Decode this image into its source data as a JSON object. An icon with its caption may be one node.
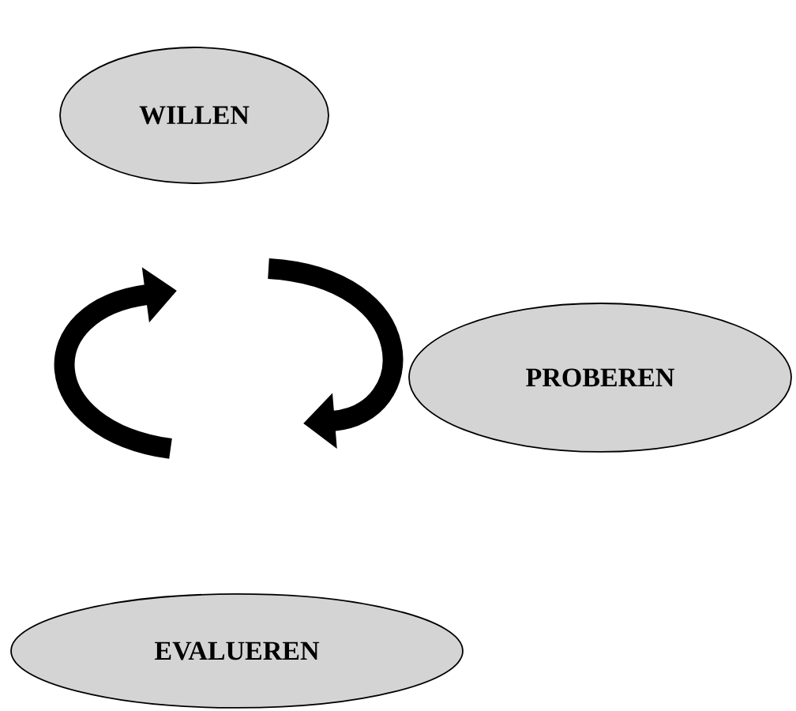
{
  "diagram": {
    "nodes": [
      {
        "text": [
          "WILLEN"
        ]
      },
      {
        "text": [
          "PROBEREN"
        ]
      },
      {
        "text": [
          "EVALUEREN"
        ]
      }
    ]
  }
}
